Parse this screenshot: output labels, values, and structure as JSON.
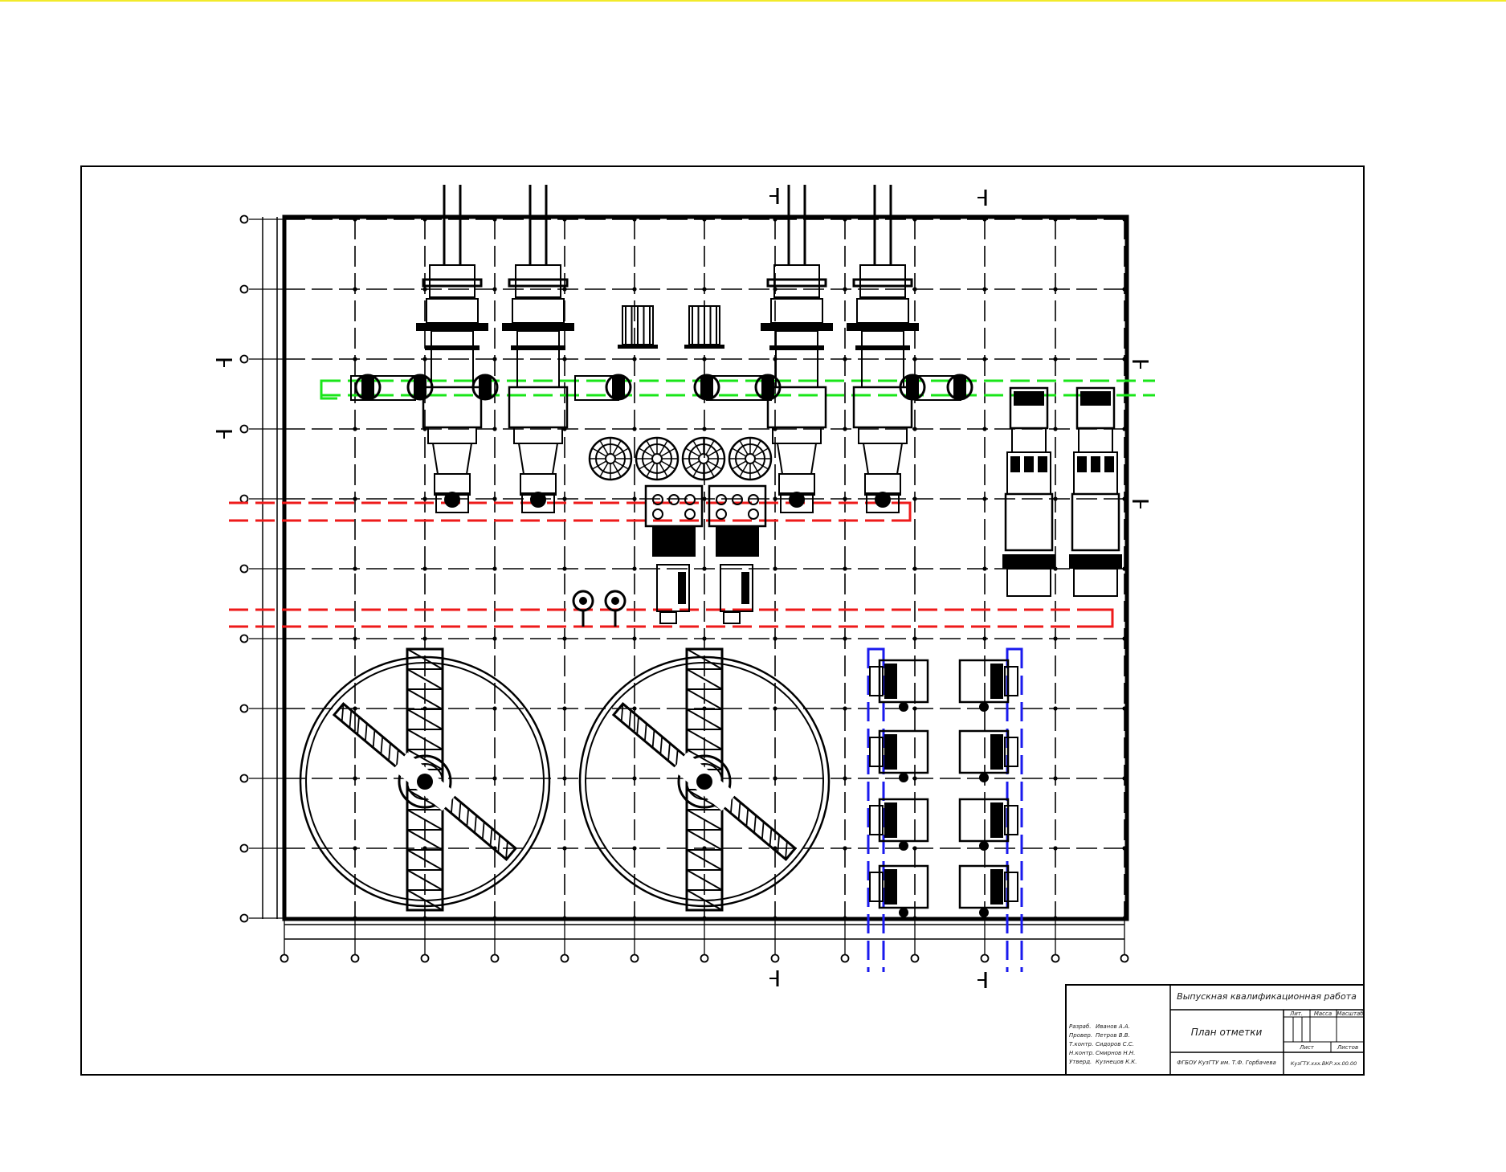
{
  "viewer": {
    "border_color": "#f2ea2a"
  },
  "drawing": {
    "colors": {
      "line": "#000000",
      "conveyor_green": "#19e619",
      "conveyor_red": "#ee1a1a",
      "conveyor_blue": "#1a1aee"
    },
    "icons": [
      "column-axis-marker-icon",
      "row-axis-marker-icon",
      "section-cut-marker-icon",
      "mill-unit-icon",
      "round-filter-icon",
      "motor-icon",
      "thickener-icon"
    ]
  },
  "title_block": {
    "work_title": "Выпускная квалификационная работа",
    "sheet_title": "План отметки",
    "organization": "ФГБОУ КузГТУ им. Т.Ф. Горбачева",
    "document_code": "КузГТУ.ххх.ВКР.хх.00.00",
    "stage_label": "Лит.",
    "mass_label": "Масса",
    "scale_label": "Масштаб",
    "sheet_label": "Лист",
    "sheets_label": "Листов",
    "rows": [
      {
        "role": "Разраб.",
        "name": "Иванов А.А."
      },
      {
        "role": "Провер.",
        "name": "Петров В.В."
      },
      {
        "role": "Т.контр.",
        "name": "Сидоров С.С."
      },
      {
        "role": "Н.контр.",
        "name": "Смирнов Н.Н."
      },
      {
        "role": "Утверд.",
        "name": "Кузнецов К.К."
      }
    ]
  }
}
